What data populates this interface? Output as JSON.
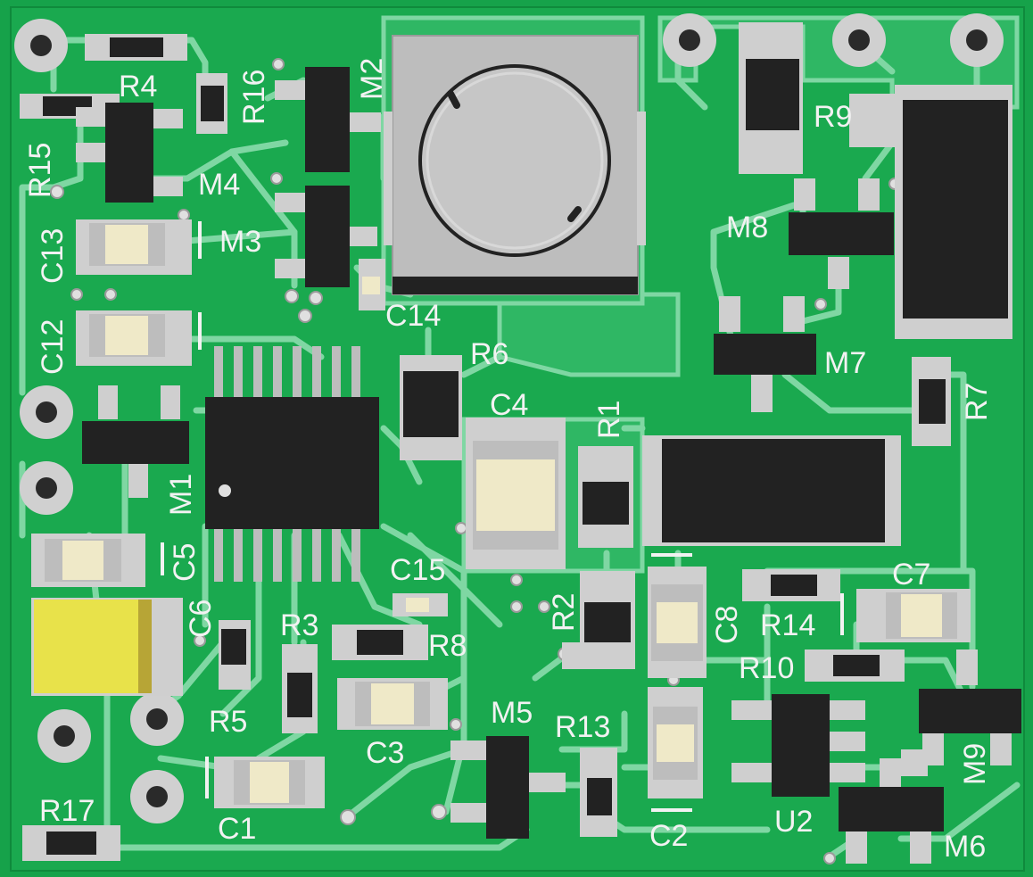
{
  "board": {
    "colors": {
      "substrate": "#16a24a",
      "copper_pour": "#2db460",
      "trace": "#7fd7a3",
      "pad": "#c9c9c9",
      "pad_light": "#e4e4e4",
      "ic_body": "#232323",
      "cap_body": "#efe9c8",
      "tant_body": "#e8e24a",
      "silkscreen": "#f2f2f2"
    }
  },
  "labels": {
    "R4": "R4",
    "R16": "R16",
    "M2": "M2",
    "R15": "R15",
    "M4": "M4",
    "M3": "M3",
    "C13": "C13",
    "C14": "C14",
    "C12": "C12",
    "R6": "R6",
    "C4": "C4",
    "R1": "R1",
    "M1": "M1",
    "C5": "C5",
    "C6": "C6",
    "C15": "C15",
    "R3": "R3",
    "R8": "R8",
    "R2": "R2",
    "C8": "C8",
    "R14": "R14",
    "C7": "C7",
    "R10": "R10",
    "R5": "R5",
    "C3": "C3",
    "M5": "M5",
    "R13": "R13",
    "C1": "C1",
    "C2": "C2",
    "U2": "U2",
    "M9": "M9",
    "M6": "M6",
    "R17": "R17",
    "R9": "R9",
    "M8": "M8",
    "M7": "M7",
    "R7": "R7"
  }
}
